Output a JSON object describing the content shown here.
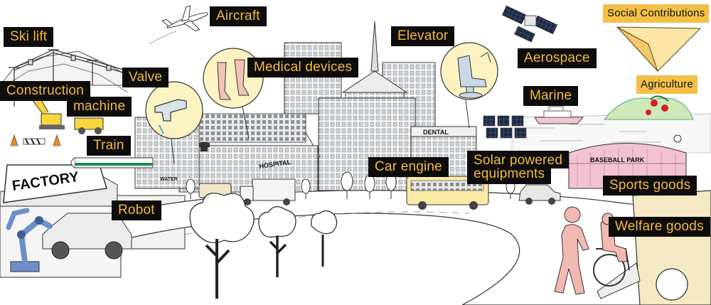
{
  "colors": {
    "label_bg": "#0d0d0d",
    "label_text": "#f6b93b",
    "highlight_bg": "#f2c047",
    "highlight_text": "#111111",
    "bubble": "#fbf3c2",
    "person": "#f2b9b0"
  },
  "labels": {
    "ski_lift": "Ski lift",
    "aircraft": "Aircraft",
    "construction_line1": "Construction",
    "construction_line2": "machine",
    "valve": "Valve",
    "medical_devices": "Medical devices",
    "elevator": "Elevator",
    "aerospace": "Aerospace",
    "social_contributions": "Social Contributions",
    "agriculture": "Agriculture",
    "marine": "Marine",
    "train": "Train",
    "car_engine": "Car engine",
    "solar_line1": "Solar powered",
    "solar_line2": "equipments",
    "sports_goods": "Sports goods",
    "robot": "Robot",
    "welfare_goods": "Welfare goods"
  },
  "signs": {
    "factory": "FACTORY",
    "hospital": "HOSPITAL",
    "dental": "DENTAL",
    "water": "WATER",
    "baseball_park": "BASEBALL PARK"
  },
  "icons": [
    "airplane-icon",
    "satellite-icon",
    "paper-plane-icon",
    "faucet-icon",
    "prosthetic-leg-icon",
    "dental-chair-icon",
    "ship-icon",
    "bus-icon",
    "car-icon",
    "robot-arm-icon",
    "wheelchair-icon",
    "tree-icon",
    "excavator-icon"
  ]
}
